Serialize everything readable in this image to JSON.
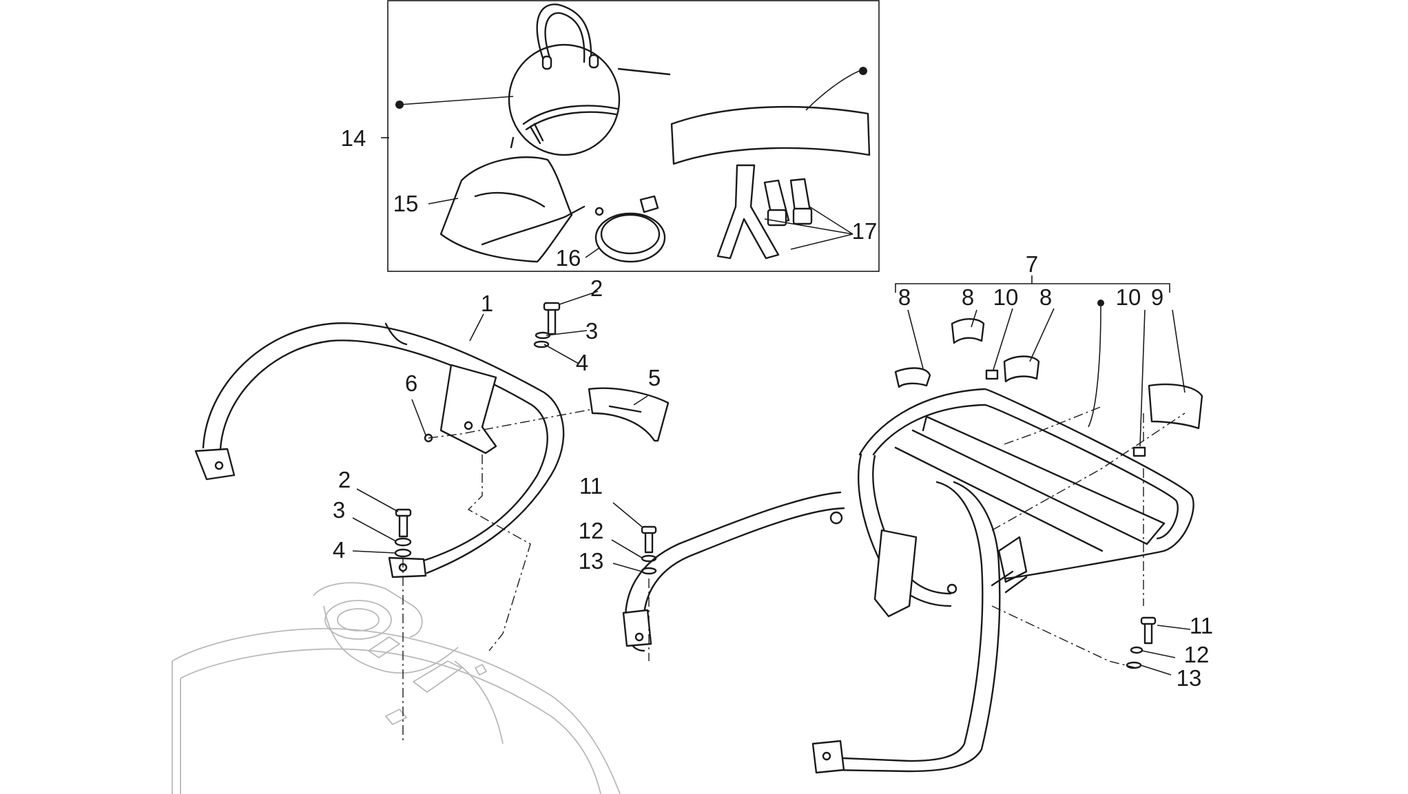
{
  "callouts": {
    "c1": "1",
    "c2a": "2",
    "c3a": "3",
    "c4a": "4",
    "c5": "5",
    "c6": "6",
    "c2b": "2",
    "c3b": "3",
    "c4b": "4",
    "c7": "7",
    "c8a": "8",
    "c8b": "8",
    "c8c": "8",
    "c9": "9",
    "c10a": "10",
    "c10b": "10",
    "c11a": "11",
    "c12a": "12",
    "c13a": "13",
    "c11b": "11",
    "c12b": "12",
    "c13b": "13",
    "c14": "14",
    "c15": "15",
    "c16": "16",
    "c17": "17"
  },
  "colors": {
    "line": "#1a1a1a",
    "ghost_outline": "#b9b9b9",
    "background": "#ffffff"
  }
}
